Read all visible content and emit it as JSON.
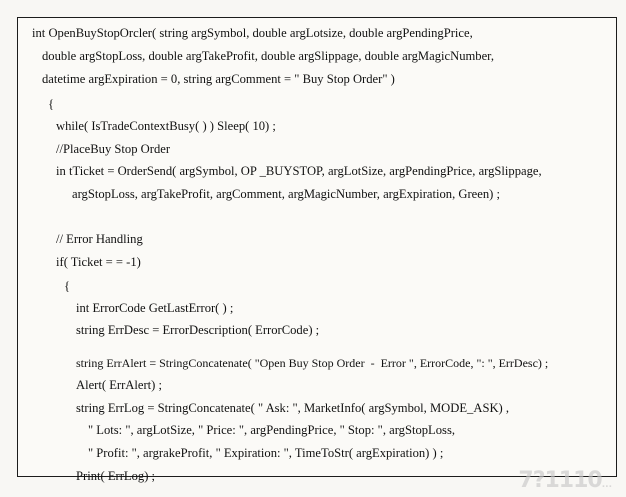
{
  "code_lines": [
    "int OpenBuyStopOrcler( string argSymbol, double argLotsize, double argPendingPrice,",
    "double argStopLoss, double argTakeProfit, double argSlippage, double argMagicNumber,",
    "datetime argExpiration = 0, string argComment = \" Buy Stop Order\" )",
    "{",
    "while( IsTradeContextBusy( ) ) Sleep( 10) ;",
    "//PlaceBuy Stop Order",
    "in tTicket = OrderSend( argSymbol, OP _BUYSTOP, argLotSize, argPendingPrice, argSlippage,",
    "argStopLoss, argTakeProfit, argComment, argMagicNumber, argExpiration, Green) ;",
    "",
    "// Error Handling",
    "if( Ticket = = -1)",
    "{",
    "int ErrorCode GetLastError( ) ;",
    "string ErrDesc = ErrorDescription( ErrorCode) ;",
    "",
    "string ErrAlert = StringConcatenate( \"Open Buy Stop Order  -  Error \", ErrorCode, \": \", ErrDesc) ;",
    "Alert( ErrAlert) ;",
    "string ErrLog = StringConcatenate( \" Ask: \", MarketInfo( argSymbol, MODE_ASK) ,",
    "\" Lots: \", argLotSize, \" Price: \", argPendingPrice, \" Stop: \", argStopLoss,",
    "\" Profit: \", argrakeProfit, \" Expiration: \", TimeToStr( argExpiration) ) ;",
    "Print( ErrLog) ;"
  ],
  "watermark": {
    "text": "7?1110",
    "suffix": "..."
  }
}
